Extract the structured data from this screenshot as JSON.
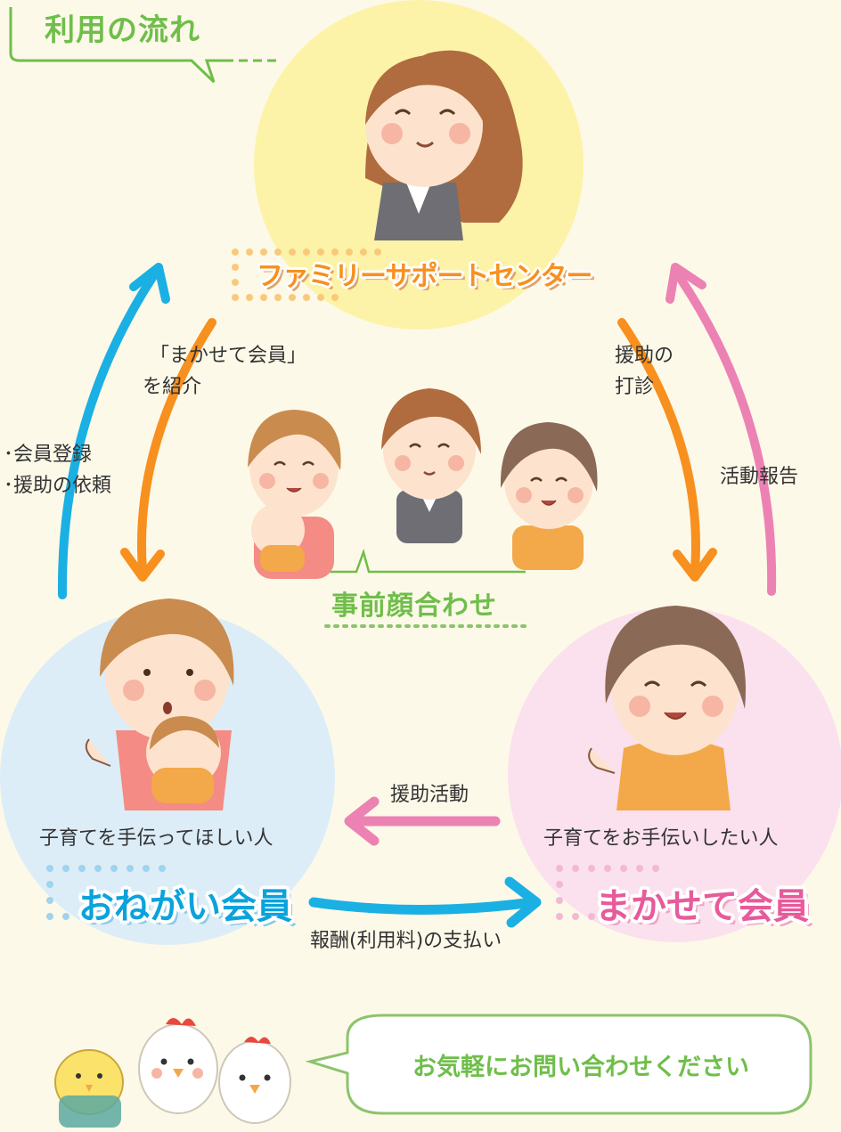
{
  "title": "利用の流れ",
  "center": {
    "name": "ファミリーサポートセンター"
  },
  "arrows": {
    "intro_line1": "「まかせて会員」",
    "intro_line2": "を紹介",
    "register_line1": "･会員登録",
    "register_line2": "･援助の依頼",
    "sound_line1": "援助の",
    "sound_line2": "打診",
    "report": "活動報告",
    "support_activity": "援助活動",
    "payment": "報酬(利用料)の支払い"
  },
  "meeting": "事前顔合わせ",
  "left_member": {
    "desc": "子育てを手伝ってほしい人",
    "name": "おねがい会員"
  },
  "right_member": {
    "desc": "子育てをお手伝いしたい人",
    "name": "まかせて会員"
  },
  "bubble": "お気軽にお問い合わせください",
  "colors": {
    "green": "#6fbe4a",
    "orange": "#f7901e",
    "blue": "#0aa3dc",
    "pink": "#e85a9b",
    "yellow_circle": "#fdf3a8",
    "blue_circle": "#dcedf8",
    "pink_circle": "#fbe1ee"
  }
}
